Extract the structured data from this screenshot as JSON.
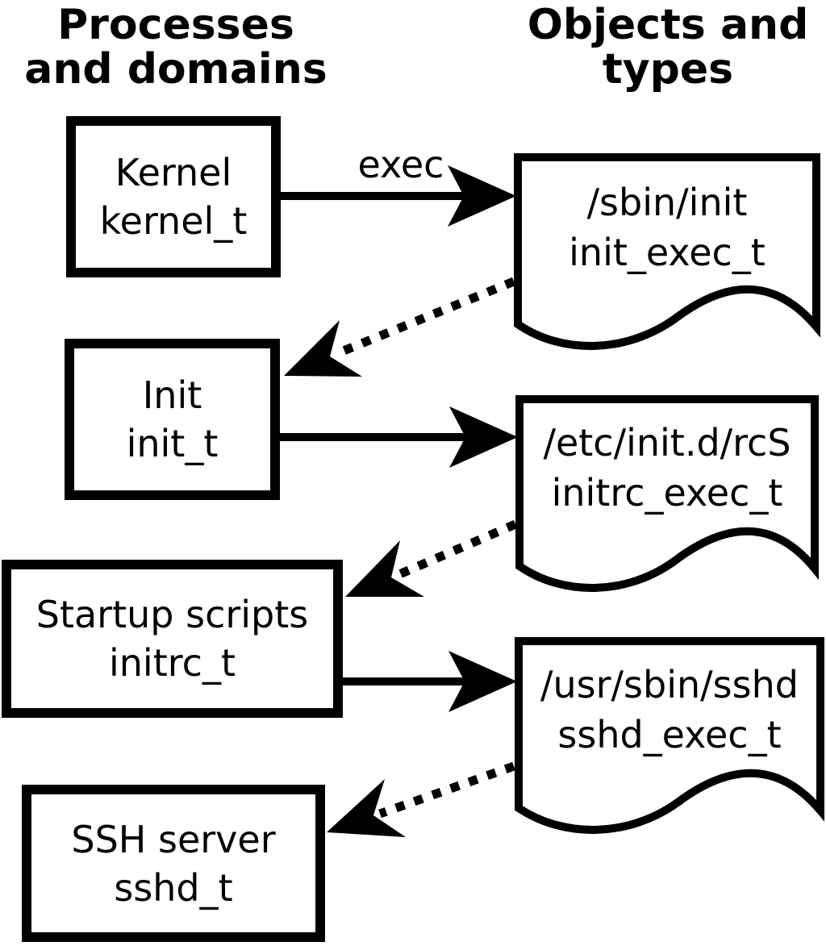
{
  "title": "SELinux domain transition diagram",
  "colors": {
    "ink": "#000000",
    "background": "#ffffff"
  },
  "headings": {
    "left": {
      "line1": "Processes",
      "line2": "and domains"
    },
    "right": {
      "line1": "Objects and",
      "line2": "types"
    }
  },
  "process_nodes": [
    {
      "name": "Kernel",
      "domain": "kernel_t"
    },
    {
      "name": "Init",
      "domain": "init_t"
    },
    {
      "name": "Startup scripts",
      "domain": "initrc_t"
    },
    {
      "name": "SSH server",
      "domain": "sshd_t"
    }
  ],
  "object_nodes": [
    {
      "path": "/sbin/init",
      "type": "init_exec_t"
    },
    {
      "path": "/etc/init.d/rcS",
      "type": "initrc_exec_t"
    },
    {
      "path": "/usr/sbin/sshd",
      "type": "sshd_exec_t"
    }
  ],
  "edges": [
    {
      "from": "kernel_t",
      "to": "init_exec_t",
      "style": "solid",
      "label": "exec"
    },
    {
      "from": "init_exec_t",
      "to": "init_t",
      "style": "dotted",
      "label": ""
    },
    {
      "from": "init_t",
      "to": "initrc_exec_t",
      "style": "solid",
      "label": ""
    },
    {
      "from": "initrc_exec_t",
      "to": "initrc_t",
      "style": "dotted",
      "label": ""
    },
    {
      "from": "initrc_t",
      "to": "sshd_exec_t",
      "style": "solid",
      "label": ""
    },
    {
      "from": "sshd_exec_t",
      "to": "sshd_t",
      "style": "dotted",
      "label": ""
    }
  ]
}
